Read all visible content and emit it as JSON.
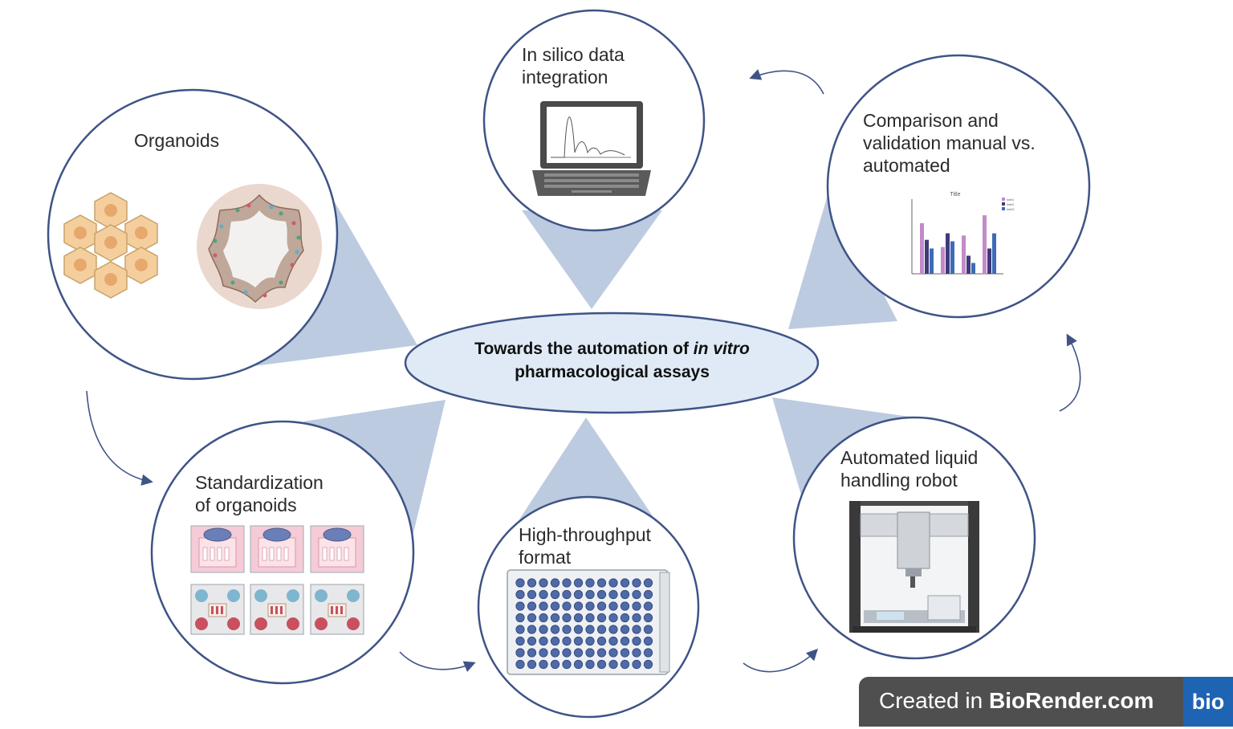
{
  "center": {
    "line1_prefix": "Towards the automation of ",
    "line1_italic": "in vitro",
    "line2": "pharmacological assays"
  },
  "nodes": {
    "organoids": {
      "label": "Organoids"
    },
    "insilico": {
      "line1": "In silico data",
      "line2": "integration"
    },
    "comparison": {
      "line1": "Comparison and",
      "line2": "validation manual vs.",
      "line3": "automated"
    },
    "standardization": {
      "line1": "Standardization",
      "line2": "of organoids"
    },
    "highthroughput": {
      "line1": "High-throughput",
      "line2": "format"
    },
    "robot": {
      "line1": "Automated liquid",
      "line2": "handling robot"
    }
  },
  "mini_chart": {
    "title": "Title",
    "legend": [
      "label1",
      "label2",
      "label3"
    ],
    "colors": [
      "#c48ac8",
      "#3f3a7a",
      "#3d6bb8"
    ]
  },
  "colors": {
    "circle_stroke": "#3f5386",
    "cone_fill": "#bccbe0",
    "ellipse_fill": "#dfeaf6",
    "arrow": "#3f5386"
  },
  "footer": {
    "created_in": "Created in ",
    "brand": "BioRender.com",
    "logo": "bio"
  }
}
